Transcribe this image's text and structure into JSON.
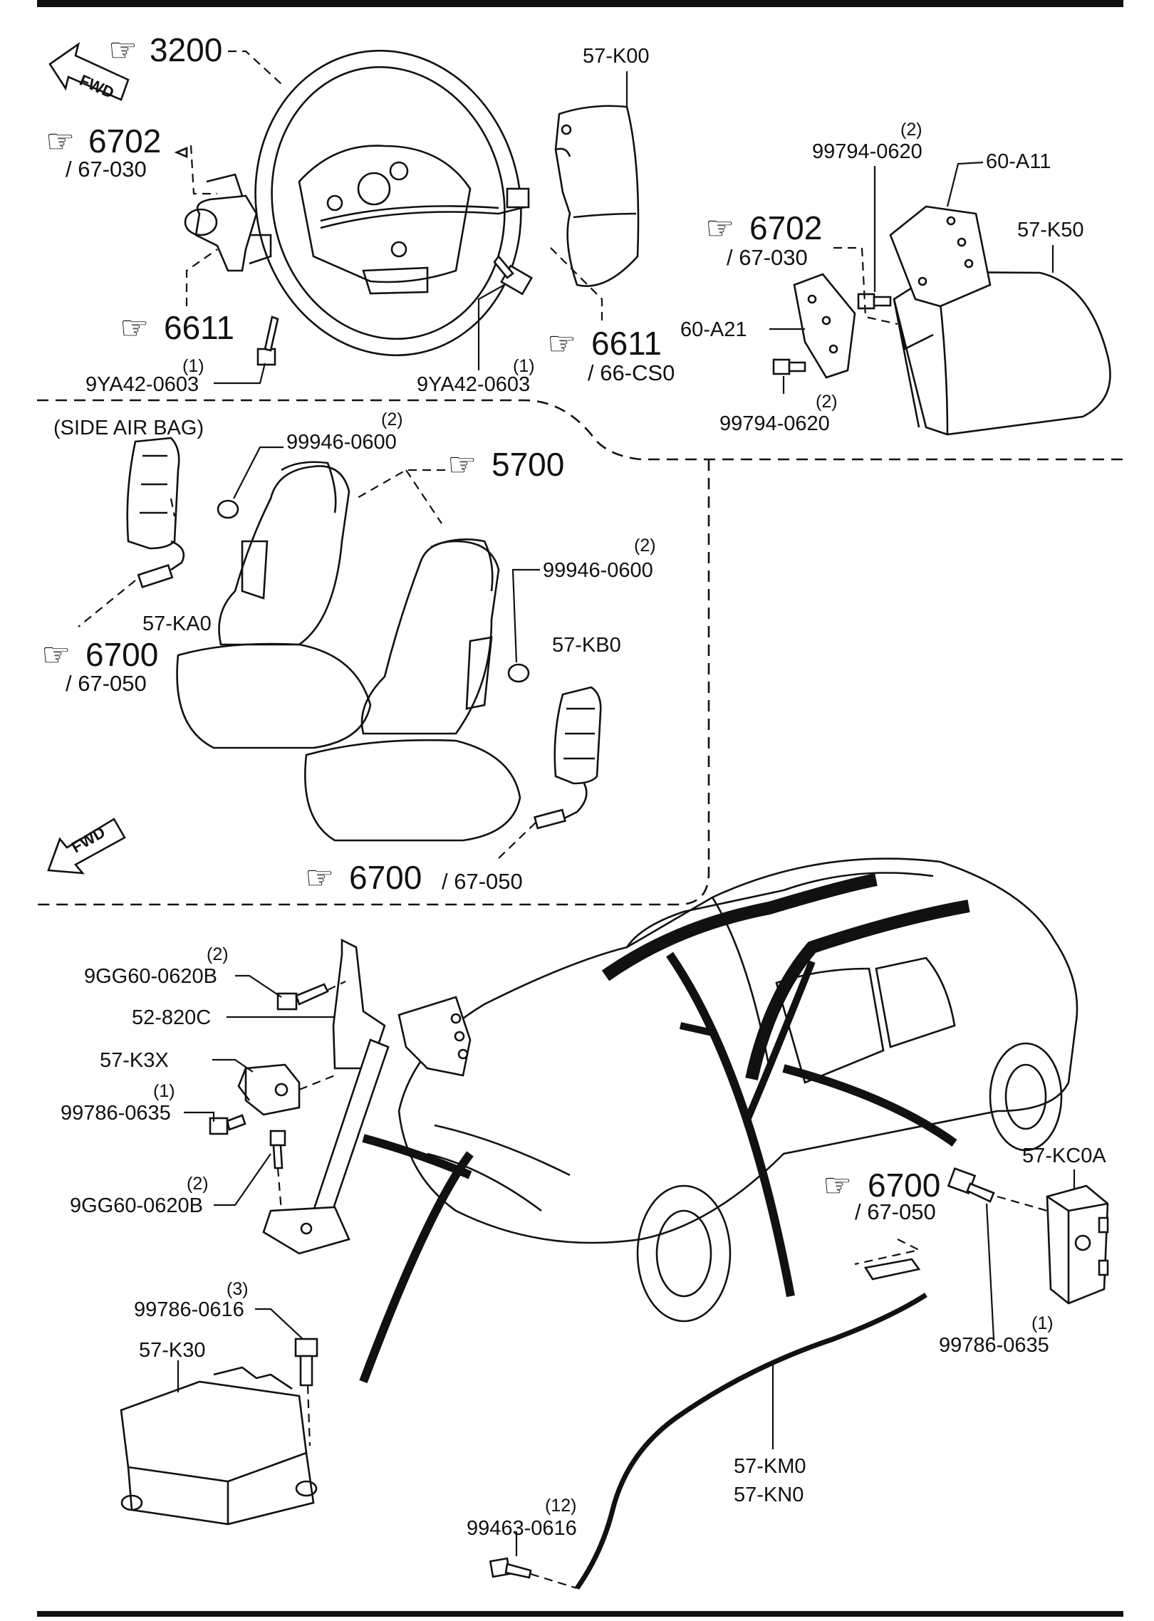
{
  "section_label": "(SIDE AIR BAG)",
  "fwd_label": "FWD",
  "refs": {
    "r3200": "3200",
    "r6702_top": "6702",
    "r6702_top_sub": "/ 67-030",
    "r6611_left": "6611",
    "r6611_right": "6611",
    "r6611_right_sub": "/ 66-CS0",
    "r6702_right": "6702",
    "r6702_right_sub": "/ 67-030",
    "r5700": "5700",
    "r6700_left": "6700",
    "r6700_left_sub": "/ 67-050",
    "r6700_bottom": "6700",
    "r6700_bottom_sub": "/ 67-050",
    "r6700_car": "6700",
    "r6700_car_sub": "/ 67-050"
  },
  "parts": {
    "p57K00": "57-K00",
    "p60A11": "60-A11",
    "p57K50": "57-K50",
    "p60A21": "60-A21",
    "p99794a": "99794-0620",
    "p99794a_qty": "(2)",
    "p99794b": "99794-0620",
    "p99794b_qty": "(2)",
    "p9YA42a": "9YA42-0603",
    "p9YA42a_qty": "(1)",
    "p9YA42b": "9YA42-0603",
    "p9YA42b_qty": "(1)",
    "p99946a": "99946-0600",
    "p99946a_qty": "(2)",
    "p99946b": "99946-0600",
    "p99946b_qty": "(2)",
    "p57KA0": "57-KA0",
    "p57KB0": "57-KB0",
    "p9GG60a": "9GG60-0620B",
    "p9GG60a_qty": "(2)",
    "p52820C": "52-820C",
    "p57K3X": "57-K3X",
    "p99786a": "99786-0635",
    "p99786a_qty": "(1)",
    "p9GG60b": "9GG60-0620B",
    "p9GG60b_qty": "(2)",
    "p57KC0A": "57-KC0A",
    "p99786b": "99786-0635",
    "p99786b_qty": "(1)",
    "p99786c": "99786-0616",
    "p99786c_qty": "(3)",
    "p57K30": "57-K30",
    "p57KM0": "57-KM0",
    "p57KN0": "57-KN0",
    "p99463": "99463-0616",
    "p99463_qty": "(12)"
  }
}
